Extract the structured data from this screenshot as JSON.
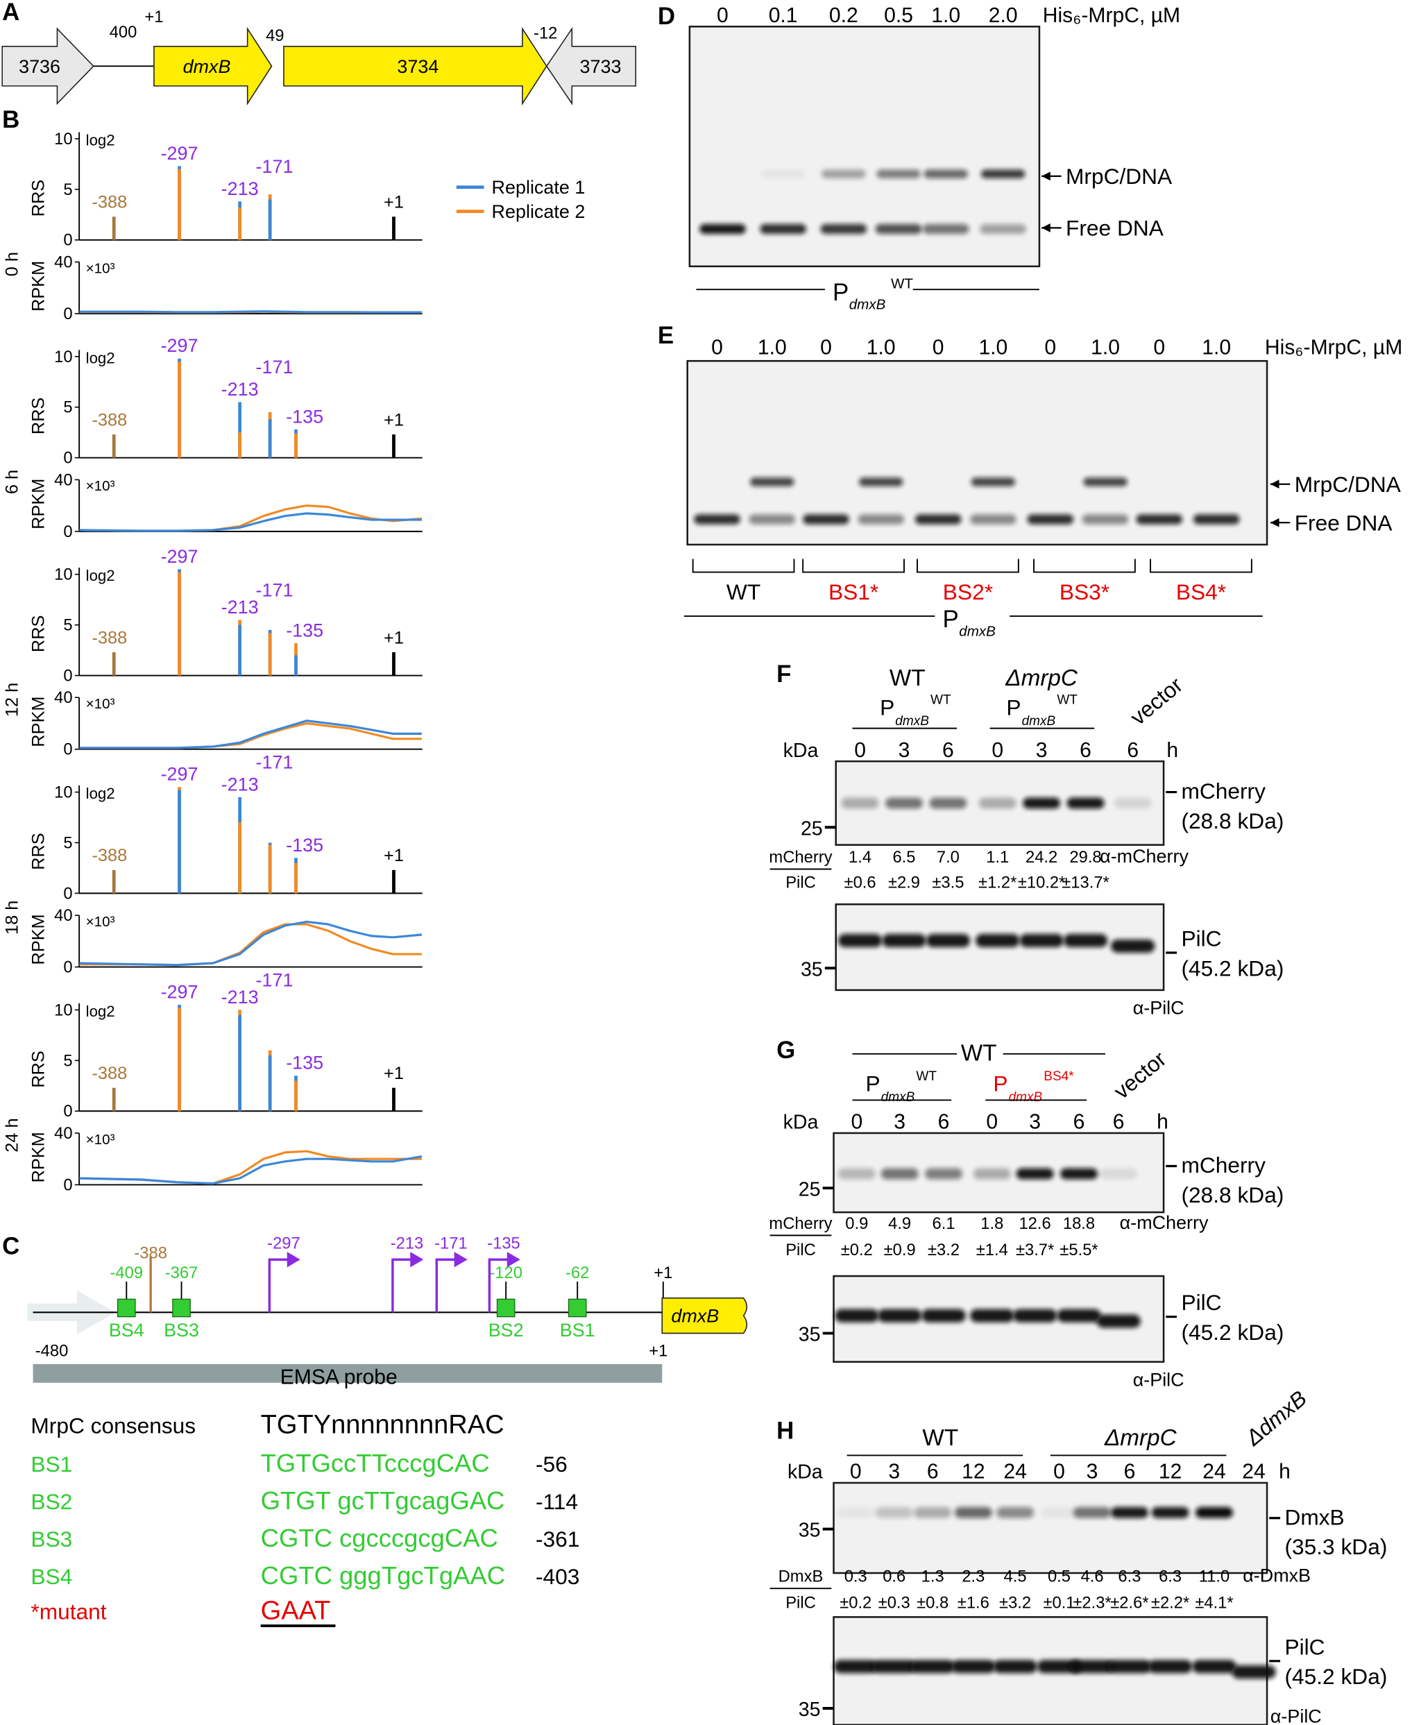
{
  "panel_a": {
    "label": "A",
    "genes": [
      "3736",
      "dmxB",
      "3734",
      "3733"
    ],
    "marks": [
      "400",
      "+1",
      "49",
      "-12"
    ],
    "colors": {
      "gene_yellow": "#ffee00",
      "neighbor_grey": "#e8e8e8"
    }
  },
  "panel_b": {
    "label": "B",
    "rrs_label": "RRS",
    "rpkm_label": "RPKM",
    "rrs_unit": "log2",
    "rpkm_unit": "×10³",
    "rrs_ticks": [
      "10",
      "5",
      "0"
    ],
    "rpkm_ticks": [
      "40",
      "0"
    ],
    "legend": [
      "Replicate 1",
      "Replicate 2"
    ],
    "colors": {
      "rep1": "#3b87d9",
      "rep2": "#f28a22",
      "tsp_388": "#a8773a",
      "tsp_purple": "#8a2be2",
      "plus1": "#000000"
    },
    "rpkm_positions": [
      -436,
      -350,
      -300,
      -250,
      -213,
      -180,
      -150,
      -120,
      -90,
      -60,
      -30,
      0,
      40
    ],
    "timepoints": [
      {
        "label": "0 h",
        "peaks": [
          {
            "label": "-388",
            "pos": -388,
            "rep1": 2.3,
            "rep2": 2.3
          },
          {
            "label": "-297",
            "pos": -297,
            "rep1": 7.3,
            "rep2": 7.0
          },
          {
            "label": "-213",
            "pos": -213,
            "rep1": 3.8,
            "rep2": 3.2
          },
          {
            "label": "-171",
            "pos": -171,
            "rep1": 4.0,
            "rep2": 4.5
          },
          {
            "label": "+1",
            "pos": 1,
            "rep1": 2.3,
            "rep2": 2.3
          }
        ],
        "rpkm_rep1": [
          1.5,
          1.5,
          1.2,
          1.2,
          1.5,
          1.8,
          1.5,
          1.2,
          1.2,
          1.2,
          1,
          1,
          1
        ],
        "rpkm_rep2": [
          1.2,
          1.2,
          1,
          1,
          1.2,
          1.5,
          1.2,
          1,
          1,
          1,
          1,
          1,
          1
        ]
      },
      {
        "label": "6 h",
        "peaks": [
          {
            "label": "-388",
            "pos": -388,
            "rep1": 2.3,
            "rep2": 2.3
          },
          {
            "label": "-297",
            "pos": -297,
            "rep1": 9.8,
            "rep2": 9.5
          },
          {
            "label": "-213",
            "pos": -213,
            "rep1": 5.5,
            "rep2": 2.5
          },
          {
            "label": "-171",
            "pos": -171,
            "rep1": 3.8,
            "rep2": 4.5
          },
          {
            "label": "-135",
            "pos": -135,
            "rep1": 2.8,
            "rep2": 2.4
          },
          {
            "label": "+1",
            "pos": 1,
            "rep1": 2.3,
            "rep2": 2.3
          }
        ],
        "rpkm_rep1": [
          1,
          0.5,
          0.5,
          1,
          3,
          8,
          12,
          14,
          13,
          11,
          9,
          9,
          9
        ],
        "rpkm_rep2": [
          1,
          0.5,
          0.5,
          1,
          4,
          12,
          17,
          20,
          19,
          14,
          10,
          8,
          10
        ]
      },
      {
        "label": "12 h",
        "peaks": [
          {
            "label": "-388",
            "pos": -388,
            "rep1": 2.3,
            "rep2": 2.3
          },
          {
            "label": "-297",
            "pos": -297,
            "rep1": 10.5,
            "rep2": 10.2
          },
          {
            "label": "-213",
            "pos": -213,
            "rep1": 5.0,
            "rep2": 5.5
          },
          {
            "label": "-171",
            "pos": -171,
            "rep1": 4.5,
            "rep2": 4.2
          },
          {
            "label": "-135",
            "pos": -135,
            "rep1": 2.0,
            "rep2": 3.2
          },
          {
            "label": "+1",
            "pos": 1,
            "rep1": 2.3,
            "rep2": 2.3
          }
        ],
        "rpkm_rep1": [
          1,
          1,
          1,
          2,
          5,
          12,
          17,
          22,
          20,
          18,
          15,
          12,
          12
        ],
        "rpkm_rep2": [
          1,
          1,
          1,
          2,
          4,
          11,
          16,
          20,
          18,
          16,
          12,
          8,
          8
        ]
      },
      {
        "label": "18 h",
        "peaks": [
          {
            "label": "-388",
            "pos": -388,
            "rep1": 2.3,
            "rep2": 2.3
          },
          {
            "label": "-297",
            "pos": -297,
            "rep1": 10.2,
            "rep2": 10.5
          },
          {
            "label": "-213",
            "pos": -213,
            "rep1": 9.5,
            "rep2": 7.0
          },
          {
            "label": "-171",
            "pos": -171,
            "rep1": 5.0,
            "rep2": 4.8
          },
          {
            "label": "-135",
            "pos": -135,
            "rep1": 3.5,
            "rep2": 3.0
          },
          {
            "label": "+1",
            "pos": 1,
            "rep1": 2.3,
            "rep2": 2.3
          }
        ],
        "rpkm_rep1": [
          3,
          2,
          1.5,
          3,
          10,
          25,
          32,
          35,
          33,
          28,
          24,
          23,
          25
        ],
        "rpkm_rep2": [
          2,
          2,
          1.5,
          3,
          11,
          27,
          33,
          33,
          28,
          20,
          14,
          10,
          10
        ]
      },
      {
        "label": "24 h",
        "peaks": [
          {
            "label": "-388",
            "pos": -388,
            "rep1": 2.3,
            "rep2": 2.3
          },
          {
            "label": "-297",
            "pos": -297,
            "rep1": 10.5,
            "rep2": 10.2
          },
          {
            "label": "-213",
            "pos": -213,
            "rep1": 9.5,
            "rep2": 10.0
          },
          {
            "label": "-171",
            "pos": -171,
            "rep1": 5.5,
            "rep2": 6.0
          },
          {
            "label": "-135",
            "pos": -135,
            "rep1": 3.5,
            "rep2": 3.0
          },
          {
            "label": "+1",
            "pos": 1,
            "rep1": 2.3,
            "rep2": 2.3
          }
        ],
        "rpkm_rep1": [
          5,
          4,
          2,
          1,
          5,
          15,
          18,
          20,
          20,
          19,
          18,
          18,
          22
        ],
        "rpkm_rep2": [
          5,
          4,
          2,
          1,
          8,
          20,
          25,
          26,
          22,
          20,
          20,
          20,
          20
        ]
      }
    ]
  },
  "panel_c": {
    "label": "C",
    "binding_sites": [
      {
        "name": "BS4",
        "pos": "-409"
      },
      {
        "name": "BS3",
        "pos": "-367"
      },
      {
        "name": "BS2",
        "pos": "-120"
      },
      {
        "name": "BS1",
        "pos": "-62"
      }
    ],
    "tsp_388": "-388",
    "promoters": [
      "-297",
      "-213",
      "-171",
      "-135"
    ],
    "plus1": "+1",
    "gene": "dmxB",
    "probe_start": "-480",
    "probe_end": "+1",
    "probe_label": "EMSA probe",
    "consensus_label": "MrpC consensus",
    "consensus_seq": "TGTYnnnnnnnnRAC",
    "sites": [
      {
        "name": "BS1",
        "seq": "TGTGccTTcccgCAC",
        "pos": "-56"
      },
      {
        "name": "BS2",
        "seq": "GTGT gcTTgcagGAC",
        "pos": "-114"
      },
      {
        "name": "BS3",
        "seq": "CGTC cgcccgcgCAC",
        "pos": "-361"
      },
      {
        "name": "BS4",
        "seq": "CGTC gggTgcTgAAC",
        "pos": "-403"
      }
    ],
    "mutant_label": "*mutant",
    "mutant_seq": "GAAT",
    "colors": {
      "site_green": "#33cc33",
      "mutant_red": "#e60000",
      "probe_grey": "#8f9fa0"
    }
  },
  "panel_d": {
    "label": "D",
    "concentrations": [
      "0",
      "0.1",
      "0.2",
      "0.5",
      "1.0",
      "2.0"
    ],
    "protein_label": "His₆-MrpC, µM",
    "complex_label": "MrpC/DNA",
    "free_label": "Free DNA",
    "probe": "P",
    "probe_sub": "dmxB",
    "probe_sup": "WT"
  },
  "panel_e": {
    "label": "E",
    "concentrations": [
      "0",
      "1.0",
      "0",
      "1.0",
      "0",
      "1.0",
      "0",
      "1.0",
      "0",
      "1.0"
    ],
    "protein_label": "His₆-MrpC, µM",
    "complex_label": "MrpC/DNA",
    "free_label": "Free DNA",
    "groups": [
      "WT",
      "BS1*",
      "BS2*",
      "BS3*",
      "BS4*"
    ],
    "probe": "P",
    "probe_sub": "dmxB"
  },
  "panel_f": {
    "label": "F",
    "strains": [
      "WT",
      "ΔmrpC"
    ],
    "promoter": "P",
    "promoter_sub": "dmxB",
    "promoter_sup": "WT",
    "vector": "vector",
    "kda": "kDa",
    "times": [
      "0",
      "3",
      "6",
      "0",
      "3",
      "6",
      "6"
    ],
    "time_unit": "h",
    "marker_top": "25",
    "marker_bottom": "35",
    "target": "mCherry",
    "target_mw": "(28.8 kDa)",
    "loading": "PilC",
    "loading_mw": "(45.2 kDa)",
    "ratio_num": "mCherry",
    "ratio_den": "PilC",
    "ratios": [
      "1.4",
      "6.5",
      "7.0",
      "1.1",
      "24.2",
      "29.8"
    ],
    "errors": [
      "±0.6",
      "±2.9",
      "±3.5",
      "±1.2*",
      "±10.2*",
      "±13.7*"
    ],
    "antibody_top": "α-mCherry",
    "antibody_bottom": "α-PilC"
  },
  "panel_g": {
    "label": "G",
    "strain": "WT",
    "promoter": "P",
    "promoter_sub": "dmxB",
    "promoter_sup": "WT",
    "mutant_sup": "BS4*",
    "vector": "vector",
    "kda": "kDa",
    "times": [
      "0",
      "3",
      "6",
      "0",
      "3",
      "6",
      "6"
    ],
    "time_unit": "h",
    "marker_top": "25",
    "marker_bottom": "35",
    "target": "mCherry",
    "target_mw": "(28.8 kDa)",
    "loading": "PilC",
    "loading_mw": "(45.2 kDa)",
    "ratio_num": "mCherry",
    "ratio_den": "PilC",
    "ratios": [
      "0.9",
      "4.9",
      "6.1",
      "1.8",
      "12.6",
      "18.8"
    ],
    "errors": [
      "±0.2",
      "±0.9",
      "±3.2",
      "±1.4",
      "±3.7*",
      "±5.5*"
    ],
    "antibody_top": "α-mCherry",
    "antibody_bottom": "α-PilC"
  },
  "panel_h": {
    "label": "H",
    "strains": [
      "WT",
      "ΔmrpC",
      "ΔdmxB"
    ],
    "kda": "kDa",
    "times": [
      "0",
      "3",
      "6",
      "12",
      "24",
      "0",
      "3",
      "6",
      "12",
      "24",
      "24"
    ],
    "time_unit": "h",
    "marker_top": "35",
    "marker_bottom": "35",
    "target": "DmxB",
    "target_mw": "(35.3 kDa)",
    "loading": "PilC",
    "loading_mw": "(45.2 kDa)",
    "ratio_num": "DmxB",
    "ratio_den": "PilC",
    "ratios": [
      "0.3",
      "0.6",
      "1.3",
      "2.3",
      "4.5",
      "0.5",
      "4.6",
      "6.3",
      "6.3",
      "11.0"
    ],
    "errors": [
      "±0.2",
      "±0.3",
      "±0.8",
      "±1.6",
      "±3.2",
      "±0.1",
      "±2.3*",
      "±2.6*",
      "±2.2*",
      "±4.1*"
    ],
    "antibody_top": "α-DmxB",
    "antibody_bottom": "α-PilC"
  }
}
